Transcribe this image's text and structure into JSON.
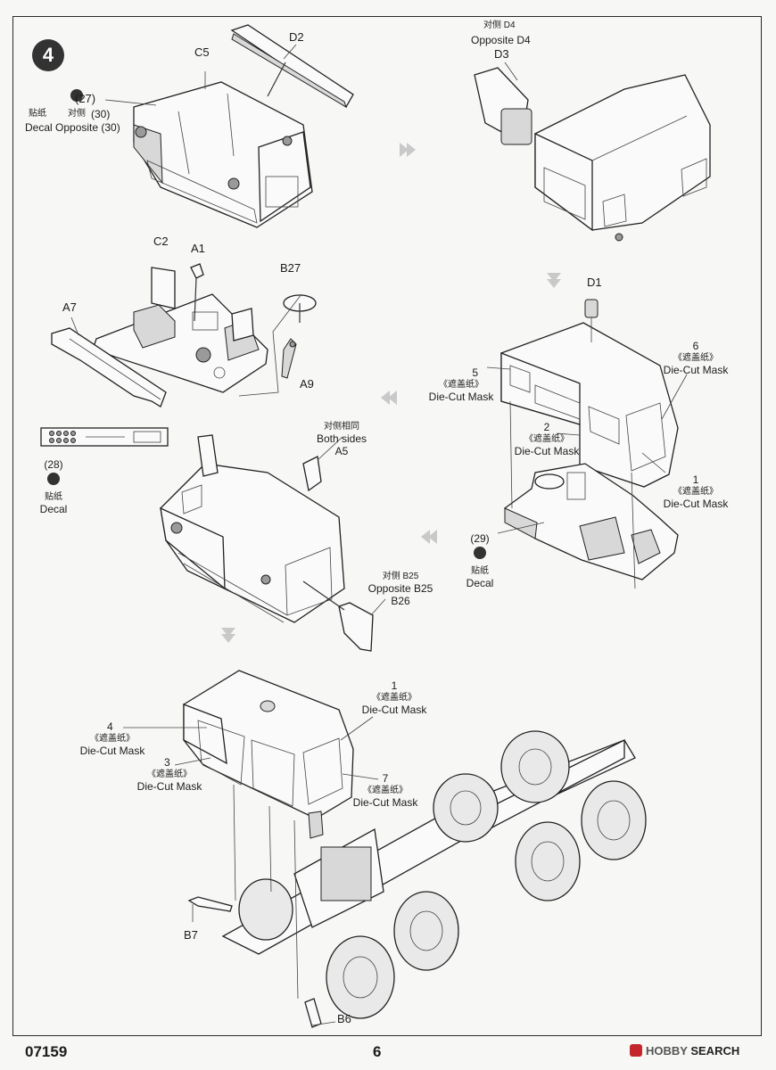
{
  "step_number": "4",
  "footer": {
    "code": "07159",
    "page": "6",
    "brand_hobby": "HOBBY",
    "brand_search": "SEARCH"
  },
  "decals": {
    "d27": {
      "number": "(27)",
      "cn_label": "贴纸",
      "cn_opposite": "对侧",
      "opposite_number": "(30)",
      "en": "Decal Opposite (30)"
    },
    "d28": {
      "number": "(28)",
      "cn": "贴纸",
      "en": "Decal"
    },
    "d29": {
      "number": "(29)",
      "cn": "贴纸",
      "en": "Decal"
    }
  },
  "parts": {
    "c5": "C5",
    "d2": "D2",
    "d3": "D3",
    "d4_cn": "对侧 D4",
    "d4_en": "Opposite D4",
    "c2": "C2",
    "a1": "A1",
    "b27": "B27",
    "a7": "A7",
    "a9": "A9",
    "d1": "D1",
    "a5_cn": "对侧相同",
    "a5_en": "Both sides",
    "a5": "A5",
    "b25_cn": "对侧 B25",
    "b25_en": "Opposite B25",
    "b26": "B26",
    "b7": "B7",
    "b6": "B6"
  },
  "masks": {
    "upper": [
      {
        "num": "5",
        "cn": "《遮盖纸》",
        "en": "Die-Cut Mask"
      },
      {
        "num": "6",
        "cn": "《遮盖纸》",
        "en": "Die-Cut Mask"
      },
      {
        "num": "2",
        "cn": "《遮盖纸》",
        "en": "Die-Cut Mask"
      },
      {
        "num": "1",
        "cn": "《遮盖纸》",
        "en": "Die-Cut Mask"
      }
    ],
    "lower": [
      {
        "num": "1",
        "cn": "《遮盖纸》",
        "en": "Die-Cut Mask"
      },
      {
        "num": "4",
        "cn": "《遮盖纸》",
        "en": "Die-Cut Mask"
      },
      {
        "num": "3",
        "cn": "《遮盖纸》",
        "en": "Die-Cut Mask"
      },
      {
        "num": "7",
        "cn": "《遮盖纸》",
        "en": "Die-Cut Mask"
      }
    ]
  }
}
